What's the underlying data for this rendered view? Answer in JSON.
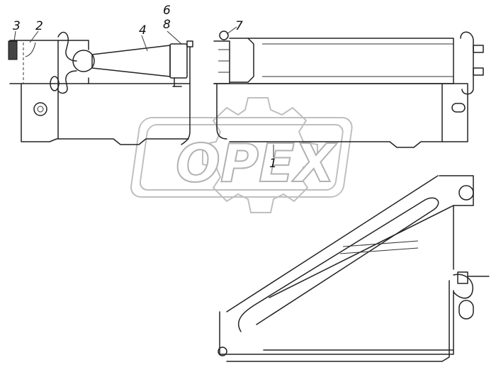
{
  "watermark": {
    "text": "OPEX"
  },
  "callouts": [
    "1",
    "2",
    "3",
    "4",
    "6",
    "7",
    "8"
  ]
}
